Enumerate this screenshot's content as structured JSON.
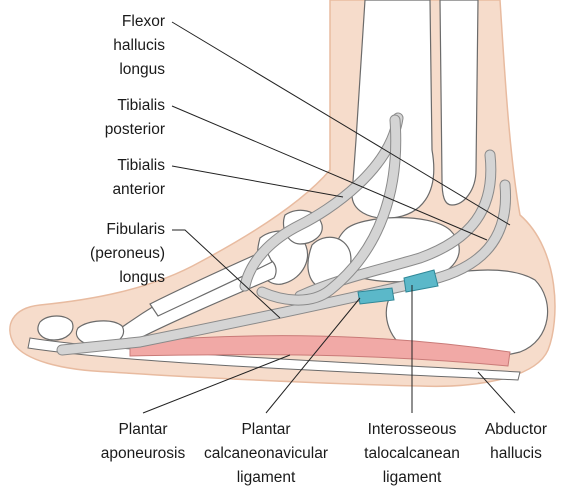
{
  "labels": {
    "flexor_hallucis_longus": [
      "Flexor",
      "hallucis",
      "longus"
    ],
    "tibialis_posterior": [
      "Tibialis",
      "posterior"
    ],
    "tibialis_anterior": [
      "Tibialis",
      "anterior"
    ],
    "fibularis_longus": [
      "Fibularis",
      "(peroneus)",
      "longus"
    ],
    "plantar_aponeurosis": [
      "Plantar",
      "aponeurosis"
    ],
    "plantar_calcaneonavicular_ligament": [
      "Plantar",
      "calcaneonavicular",
      "ligament"
    ],
    "interosseous_talocalcanean_ligament": [
      "Interosseous",
      "talocalcanean",
      "ligament"
    ],
    "abductor_hallucis": [
      "Abductor",
      "hallucis"
    ]
  },
  "colors": {
    "skin": "#f6dccb",
    "skin_outline": "#e8bba0",
    "bone": "#ffffff",
    "bone_outline": "#6b6b6b",
    "tendon": "#d4d4d4",
    "tendon_outline": "#8a8a8a",
    "muscle": "#f1a9a6",
    "ligament": "#5bb8c9"
  }
}
